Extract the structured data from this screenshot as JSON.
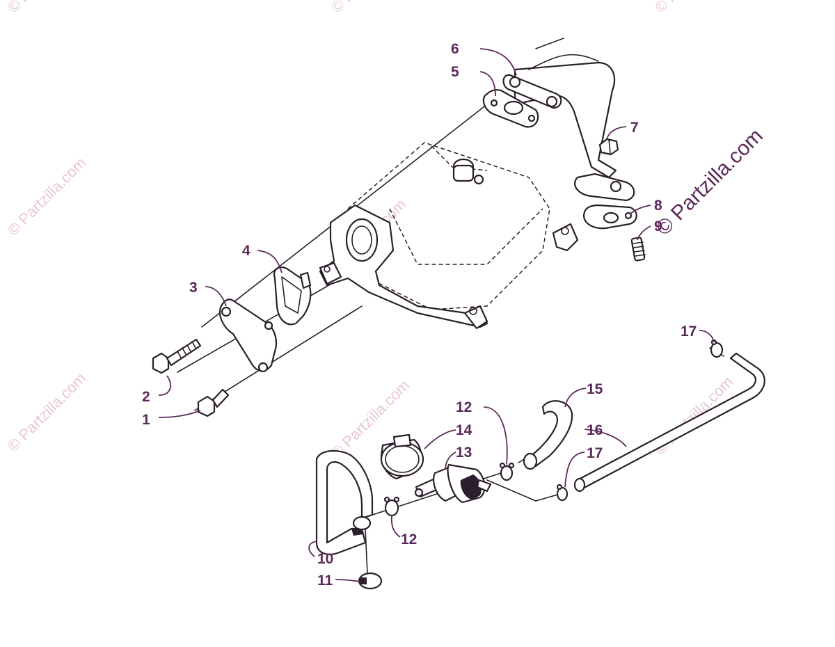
{
  "diagram": {
    "callouts": [
      "1",
      "2",
      "3",
      "4",
      "5",
      "6",
      "7",
      "8",
      "9",
      "10",
      "11",
      "12",
      "12",
      "13",
      "14",
      "15",
      "16",
      "17",
      "17"
    ]
  },
  "watermark": {
    "text": "© Partzilla.com",
    "main_text": "© Partzilla.com"
  },
  "colors": {
    "callout": "#5b2a5a",
    "line_art": "#2a1f2a",
    "watermark_faint": "#e8c8cc"
  }
}
